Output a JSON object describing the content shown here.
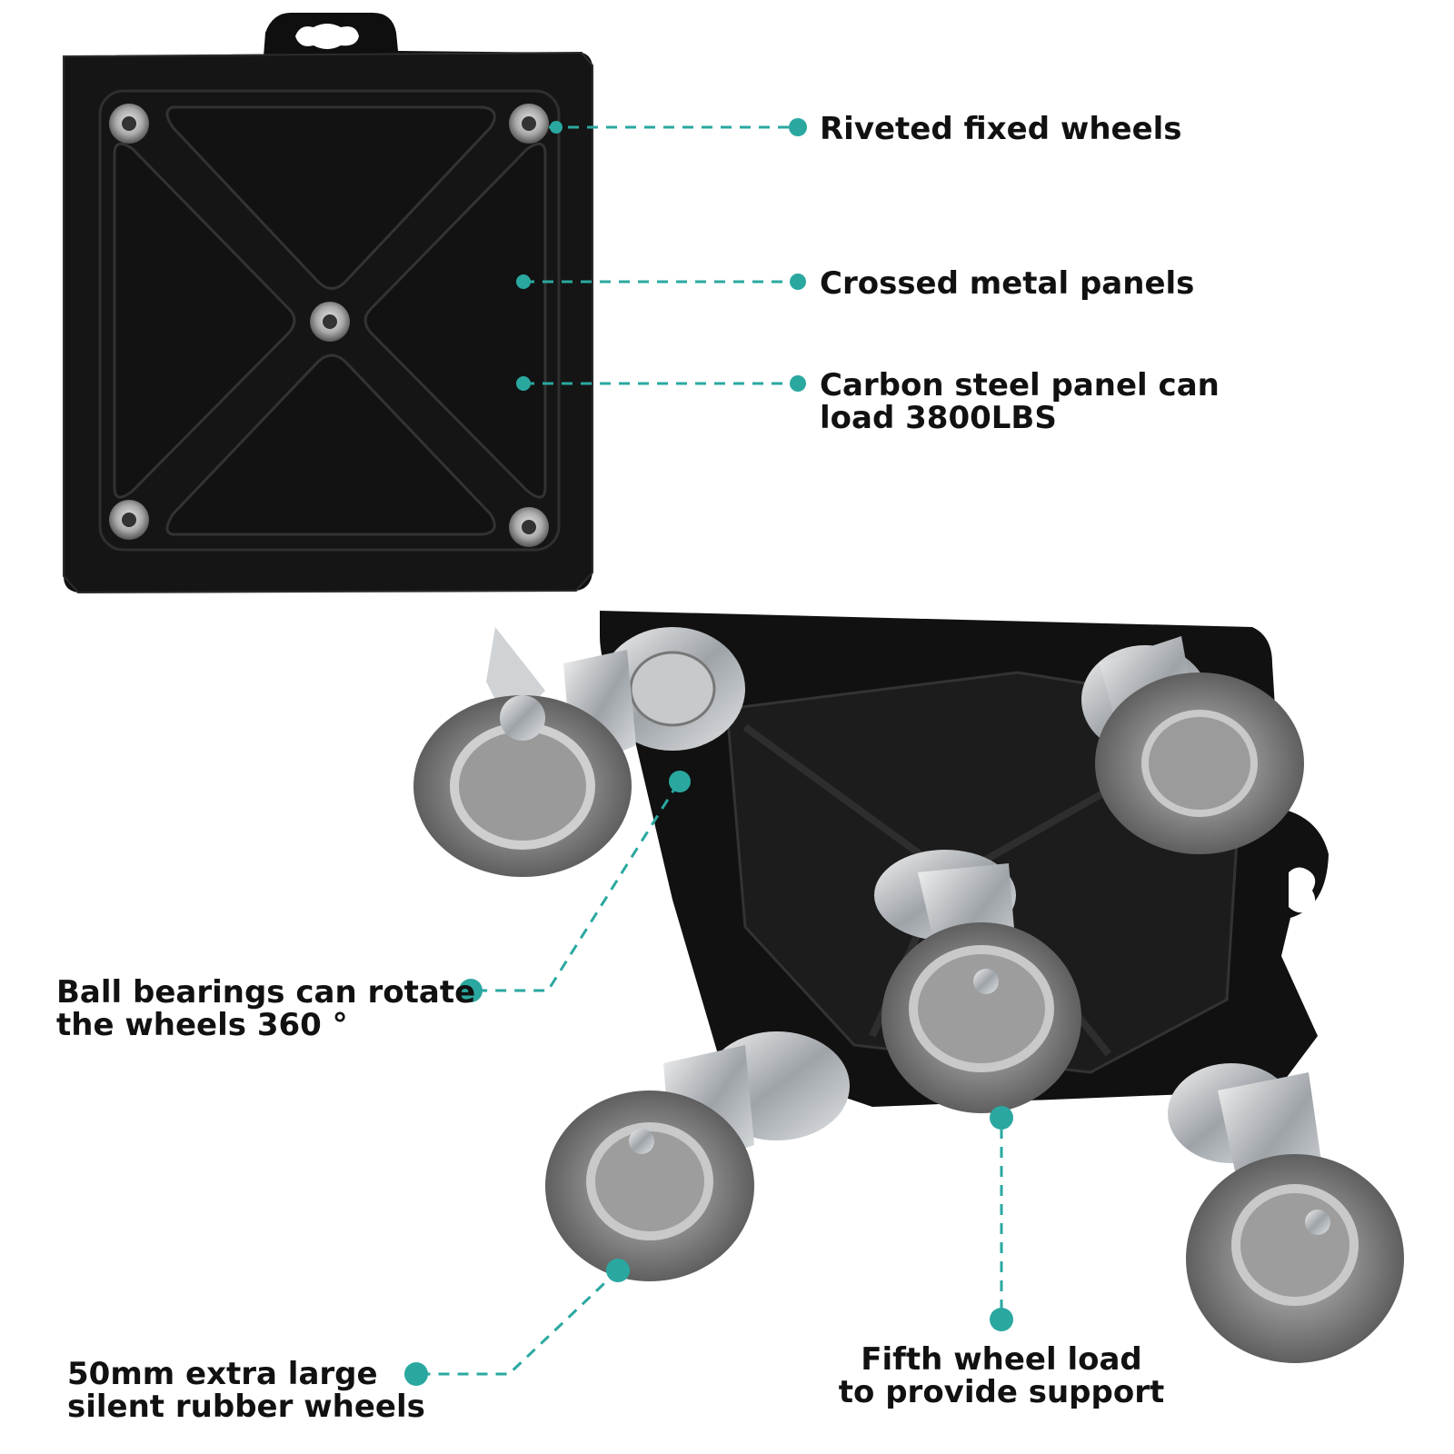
{
  "accent_color": "#2aa8a0",
  "labels": {
    "riveted": "Riveted fixed wheels",
    "crossed": "Crossed metal panels",
    "carbon_line1": "Carbon steel panel can",
    "carbon_line2": "load 3800LBS",
    "ball_line1": "Ball bearings can rotate",
    "ball_line2": "the wheels 360 °",
    "wheels_line1": "50mm extra large",
    "wheels_line2": "silent rubber wheels",
    "fifth_line1": "Fifth wheel load",
    "fifth_line2": "to provide support"
  }
}
